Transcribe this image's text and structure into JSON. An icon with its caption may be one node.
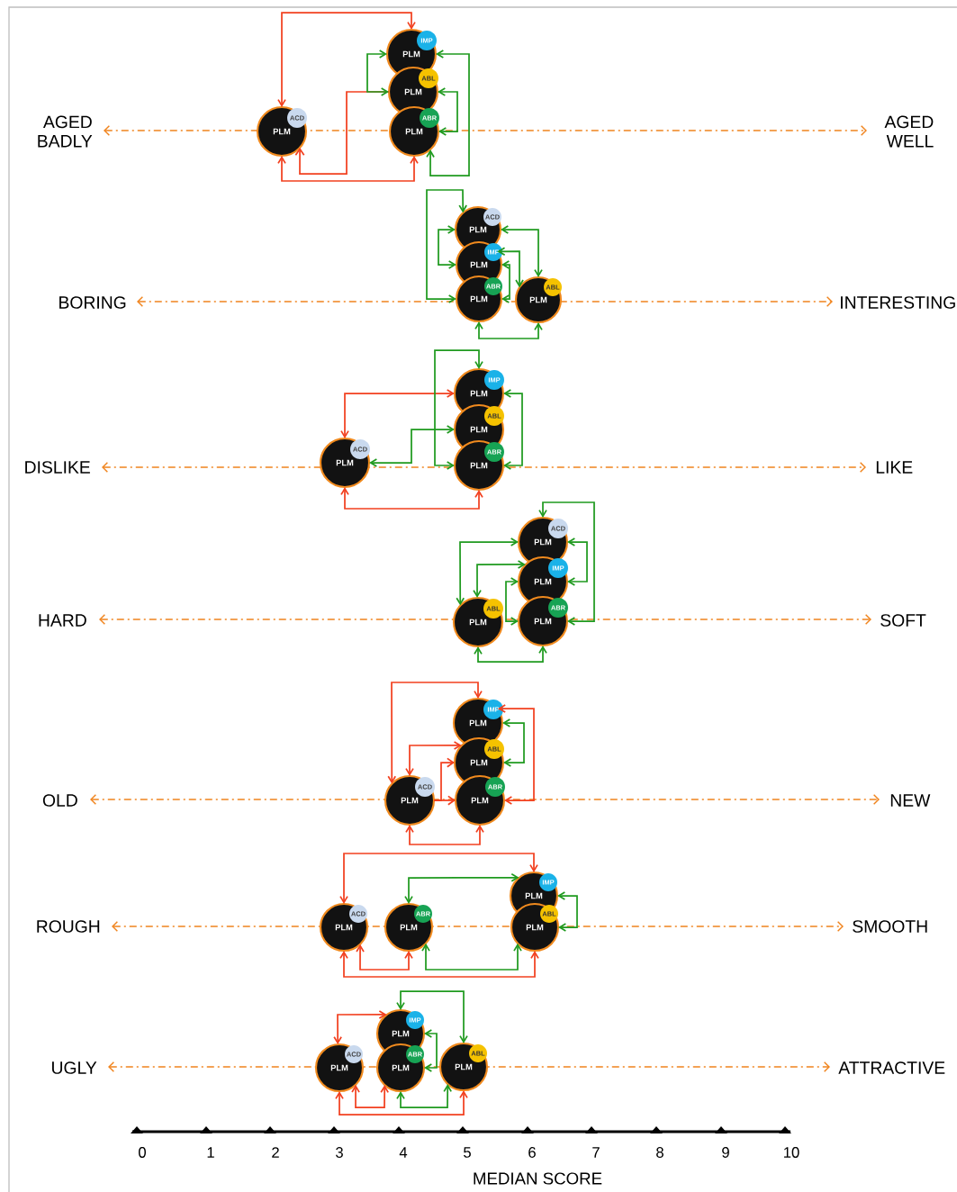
{
  "diagram": {
    "nodes": [
      {
        "text": [
          "ACD",
          "PLM"
        ]
      },
      {
        "text": [
          "IMP",
          "PLM"
        ]
      },
      {
        "text": [
          "ABL",
          "PLM"
        ]
      },
      {
        "text": [
          "ABR",
          "PLM"
        ]
      },
      {
        "text": [
          "ACD",
          "PLM"
        ]
      },
      {
        "text": [
          "IMP",
          "PLM"
        ]
      },
      {
        "text": [
          "ABR",
          "PLM"
        ]
      },
      {
        "text": [
          "ABL",
          "PLM"
        ]
      },
      {
        "text": [
          "ACD",
          "PLM"
        ]
      },
      {
        "text": [
          "IMP",
          "PLM"
        ]
      },
      {
        "text": [
          "ABL",
          "PLM"
        ]
      },
      {
        "text": [
          "ABR",
          "PLM"
        ]
      },
      {
        "text": [
          "ACD",
          "PLM"
        ]
      },
      {
        "text": [
          "IMP",
          "PLM"
        ]
      },
      {
        "text": [
          "ABR",
          "PLM"
        ]
      },
      {
        "text": [
          "ABL",
          "PLM"
        ]
      },
      {
        "text": [
          "IMP",
          "PLM"
        ]
      },
      {
        "text": [
          "ABL",
          "PLM"
        ]
      },
      {
        "text": [
          "ABR",
          "PLM"
        ]
      },
      {
        "text": [
          "ACD",
          "PLM"
        ]
      },
      {
        "text": [
          "ACD",
          "PLM"
        ]
      },
      {
        "text": [
          "ABR",
          "PLM"
        ]
      },
      {
        "text": [
          "IMP",
          "PLM"
        ]
      },
      {
        "text": [
          "ABL",
          "PLM"
        ]
      },
      {
        "text": [
          "ACD",
          "PLM"
        ]
      },
      {
        "text": [
          "IMP",
          "PLM"
        ]
      },
      {
        "text": [
          "ABR",
          "PLM"
        ]
      },
      {
        "text": [
          "ABL",
          "PLM"
        ]
      }
    ],
    "edges": [
      {
        "from": 0,
        "to": 1,
        "arrow": "both",
        "color": "#f2401f"
      },
      {
        "from": 2,
        "to": 0,
        "arrow": "to",
        "color": "#f2401f"
      },
      {
        "from": 1,
        "to": 2,
        "arrow": "both"
      },
      {
        "from": 0,
        "to": 3,
        "arrow": "both",
        "color": "#f2401f"
      },
      {
        "from": 1,
        "to": 3,
        "arrow": "both"
      },
      {
        "from": 2,
        "to": 3,
        "arrow": "both"
      },
      {
        "from": 4,
        "to": 6,
        "arrow": "both"
      },
      {
        "from": 4,
        "to": 5,
        "arrow": "both"
      },
      {
        "from": 4,
        "to": 7,
        "arrow": "both"
      },
      {
        "from": 5,
        "to": 7,
        "arrow": "both"
      },
      {
        "from": 5,
        "to": 6,
        "arrow": "both"
      },
      {
        "from": 6,
        "to": 7,
        "arrow": "both"
      },
      {
        "from": 8,
        "to": 9,
        "arrow": "both",
        "color": "#f2401f"
      },
      {
        "from": 8,
        "to": 10,
        "arrow": "both"
      },
      {
        "from": 9,
        "to": 11,
        "arrow": "both"
      },
      {
        "from": 9,
        "to": 11,
        "arrow": "both"
      },
      {
        "from": 8,
        "to": 11,
        "arrow": "both",
        "color": "#f2401f"
      },
      {
        "from": 12,
        "to": 14,
        "arrow": "both"
      },
      {
        "from": 12,
        "to": 13,
        "arrow": "both"
      },
      {
        "from": 12,
        "to": 15,
        "arrow": "both"
      },
      {
        "from": 13,
        "to": 15,
        "arrow": "both"
      },
      {
        "from": 13,
        "to": 14,
        "arrow": "both"
      },
      {
        "from": 15,
        "to": 14,
        "arrow": "both"
      },
      {
        "from": 19,
        "to": 16,
        "arrow": "both",
        "color": "#f2401f"
      },
      {
        "from": 19,
        "to": 17,
        "arrow": "both",
        "color": "#f2401f"
      },
      {
        "from": 19,
        "to": 18,
        "arrow": "to",
        "color": "#f2401f"
      },
      {
        "from": 19,
        "to": 17,
        "arrow": "to",
        "color": "#f2401f"
      },
      {
        "from": 16,
        "to": 18,
        "arrow": "both",
        "color": "#f2401f"
      },
      {
        "from": 16,
        "to": 17,
        "arrow": "both"
      },
      {
        "from": 19,
        "to": 18,
        "arrow": "both",
        "color": "#f2401f"
      },
      {
        "from": 20,
        "to": 22,
        "arrow": "both",
        "color": "#f2401f"
      },
      {
        "from": 21,
        "to": 22,
        "arrow": "both"
      },
      {
        "from": 22,
        "to": 23,
        "arrow": "both"
      },
      {
        "from": 20,
        "to": 21,
        "arrow": "both",
        "color": "#f2401f"
      },
      {
        "from": 21,
        "to": 23,
        "arrow": "both"
      },
      {
        "from": 20,
        "to": 23,
        "arrow": "both",
        "color": "#f2401f"
      },
      {
        "from": 24,
        "to": 25,
        "arrow": "both",
        "color": "#f2401f"
      },
      {
        "from": 25,
        "to": 27,
        "arrow": "both"
      },
      {
        "from": 25,
        "to": 26,
        "arrow": "both"
      },
      {
        "from": 24,
        "to": 26,
        "arrow": "both",
        "color": "#f2401f"
      },
      {
        "from": 26,
        "to": 27,
        "arrow": "both"
      },
      {
        "from": 24,
        "to": 27,
        "arrow": "both",
        "color": "#f2401f"
      }
    ],
    "labels": [
      "AGED BADLY",
      "AGED WELL",
      "BORING",
      "INTERESTING",
      "DISLIKE",
      "LIKE",
      "HARD",
      "SOFT",
      "OLD",
      "NEW",
      "ROUGH",
      "SMOOTH",
      "UGLY",
      "ATTRACTIVE",
      "0",
      "1",
      "2",
      "3",
      "4",
      "5",
      "6",
      "7",
      "8",
      "9",
      "10",
      "MEDIAN SCORE"
    ]
  }
}
